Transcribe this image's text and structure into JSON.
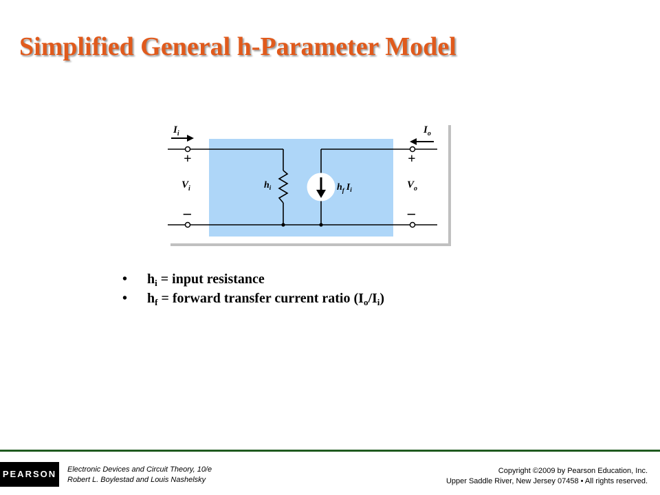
{
  "slide": {
    "title": "Simplified General h-Parameter Model"
  },
  "diagram": {
    "labels": {
      "input_current": "I",
      "input_current_sub": "i",
      "output_current": "I",
      "output_current_sub": "o",
      "input_voltage": "V",
      "input_voltage_sub": "i",
      "output_voltage": "V",
      "output_voltage_sub": "o",
      "input_resistance": "h",
      "input_resistance_sub": "i",
      "current_source_gain": "h",
      "current_source_gain_sub": "f",
      "current_source_current": "I",
      "current_source_current_sub": "i",
      "plus": "+",
      "minus": "–"
    },
    "colors": {
      "box_fill": "#aed6f8",
      "frame_shadow": "#c0c0c0",
      "wire": "#000000"
    }
  },
  "bullets": [
    {
      "marker": "•",
      "symbol": "h",
      "symbol_sub": "i",
      "text": " = input resistance"
    },
    {
      "marker": "•",
      "symbol": "h",
      "symbol_sub": "f",
      "text": " = forward transfer current ratio (I",
      "ratio_sub_1": "o",
      "ratio_mid": "/I",
      "ratio_sub_2": "i",
      "ratio_end": ")"
    }
  ],
  "footer": {
    "logo_text": "PEARSON",
    "book_title": "Electronic Devices and Circuit Theory, 10/e",
    "authors": "Robert L. Boylestad and Louis Nashelsky",
    "copyright": "Copyright ©2009 by Pearson Education, Inc.",
    "address": "Upper Saddle River, New Jersey 07458 • All rights reserved."
  },
  "colors": {
    "title": "#e05a1c",
    "footer_rule": "#1f5a1f"
  }
}
